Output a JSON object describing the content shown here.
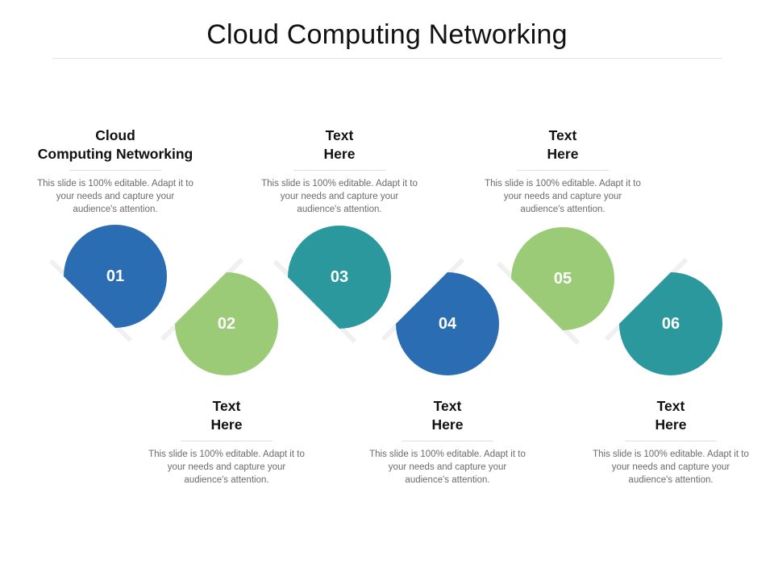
{
  "title": "Cloud Computing Networking",
  "colors": {
    "blue": "#2a6db2",
    "teal": "#2b989e",
    "green": "#9ccb78"
  },
  "steps": [
    {
      "number": "01",
      "heading": "Cloud\nComputing Networking",
      "body": "This slide is 100% editable. Adapt it to your needs and capture your audience's attention.",
      "color": "#2a6db2"
    },
    {
      "number": "02",
      "heading": "Text\nHere",
      "body": "This slide is 100% editable. Adapt it to your needs and capture your audience's attention.",
      "color": "#9ccb78"
    },
    {
      "number": "03",
      "heading": "Text\nHere",
      "body": "This slide is 100% editable. Adapt it to your needs and capture your audience's attention.",
      "color": "#2b989e"
    },
    {
      "number": "04",
      "heading": "Text\nHere",
      "body": "This slide is 100% editable. Adapt it to your needs and capture your audience's attention.",
      "color": "#2a6db2"
    },
    {
      "number": "05",
      "heading": "Text\nHere",
      "body": "This slide is 100% editable. Adapt it to your needs and capture your audience's attention.",
      "color": "#9ccb78"
    },
    {
      "number": "06",
      "heading": "Text\nHere",
      "body": "This slide is 100% editable. Adapt it to your needs and capture your audience's attention.",
      "color": "#2b989e"
    }
  ]
}
